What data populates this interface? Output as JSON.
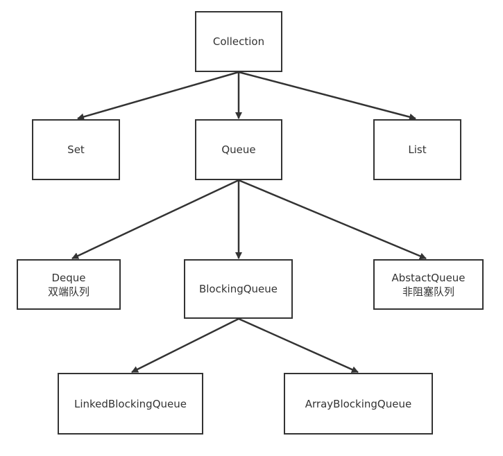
{
  "nodes": {
    "collection": {
      "label": "Collection"
    },
    "set": {
      "label": "Set"
    },
    "queue": {
      "label": "Queue"
    },
    "list": {
      "label": "List"
    },
    "deque": {
      "label": "Deque",
      "sublabel": "双端队列"
    },
    "blocking_queue": {
      "label": "BlockingQueue"
    },
    "abstract_queue": {
      "label": "AbstactQueue",
      "sublabel": "非阻塞队列"
    },
    "linked_blocking_queue": {
      "label": "LinkedBlockingQueue"
    },
    "array_blocking_queue": {
      "label": "ArrayBlockingQueue"
    }
  },
  "edges": [
    {
      "from": "Collection",
      "to": "Set"
    },
    {
      "from": "Collection",
      "to": "Queue"
    },
    {
      "from": "Collection",
      "to": "List"
    },
    {
      "from": "Queue",
      "to": "Deque"
    },
    {
      "from": "Queue",
      "to": "BlockingQueue"
    },
    {
      "from": "Queue",
      "to": "AbstactQueue"
    },
    {
      "from": "BlockingQueue",
      "to": "LinkedBlockingQueue"
    },
    {
      "from": "BlockingQueue",
      "to": "ArrayBlockingQueue"
    }
  ],
  "colors": {
    "stroke": "#333333",
    "background": "#ffffff",
    "text": "#333333"
  }
}
